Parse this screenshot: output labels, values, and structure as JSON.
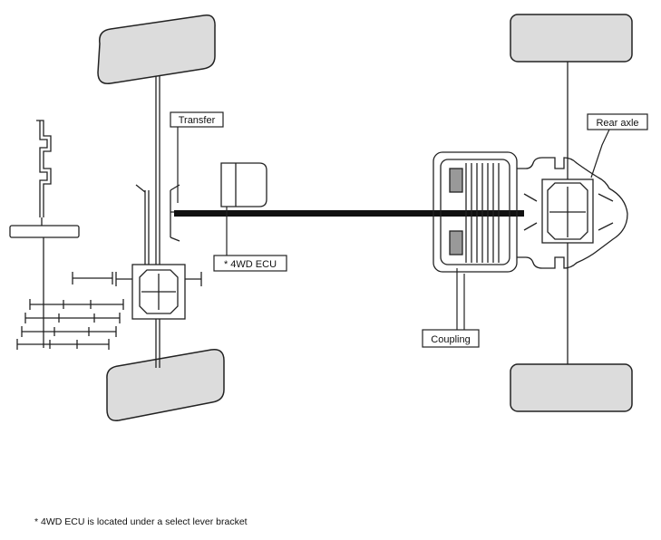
{
  "labels": {
    "transfer": "Transfer",
    "rear_axle": "Rear axle",
    "ecu": "* 4WD ECU",
    "coupling": "Coupling"
  },
  "footnote": "* 4WD ECU is located under a select lever bracket",
  "colors": {
    "wheel_fill": "#dcdcdc",
    "line": "#222222",
    "propeller_shaft": "#111111"
  }
}
